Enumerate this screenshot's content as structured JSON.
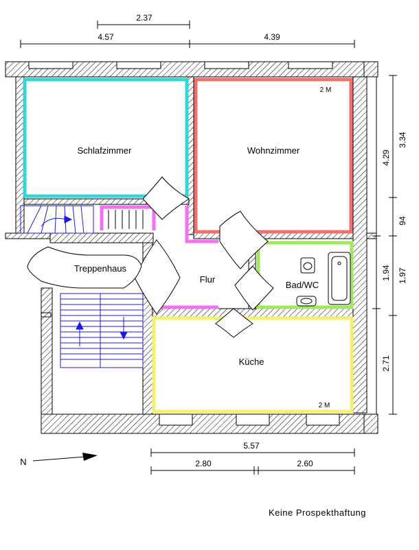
{
  "rooms": {
    "schlafzimmer": "Schlafzimmer",
    "wohnzimmer": "Wohnzimmer",
    "treppenhaus": "Treppenhaus",
    "flur": "Flur",
    "bad": "Bad/WC",
    "kueche": "Küche"
  },
  "room_colors": {
    "schlafzimmer": "#33d6d6",
    "wohnzimmer": "#f07070",
    "flur": "#f070f0",
    "bad": "#a0e860",
    "kueche": "#f4f070",
    "stairs": "#1a1ae0"
  },
  "markers": {
    "wohnzimmer": "2 M",
    "kueche": "2 M"
  },
  "dimensions": {
    "top_partial": "2.37",
    "top_left": "4.57",
    "top_right": "4.39",
    "right_outer_1": "3.34",
    "right_outer_2": "94",
    "right_outer_3": "1.97",
    "right_inner_1": "4.29",
    "right_inner_2": "1.94",
    "right_inner_3": "2.71",
    "bottom_total": "5.57",
    "bottom_left": "2.80",
    "bottom_right": "2.60"
  },
  "north_label": "N",
  "disclaimer": "Keine Prospekthaftung"
}
